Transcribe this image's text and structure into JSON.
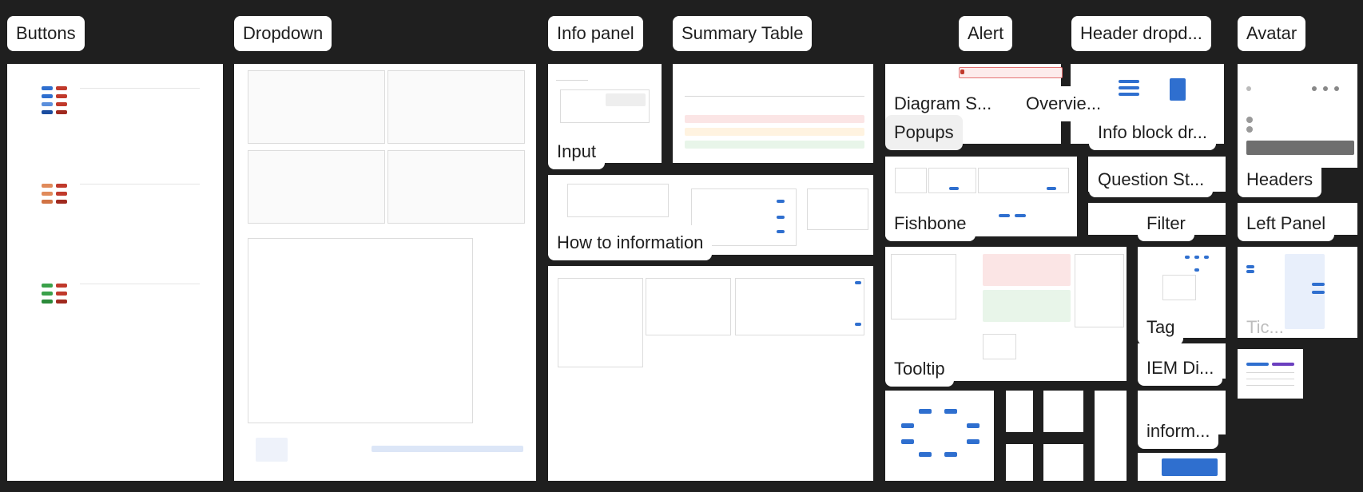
{
  "canvas": {
    "background": "#1f1f1f",
    "frame_color": "#ffffff",
    "accent_blue": "#2f6fcf",
    "accent_red": "#c0392b",
    "accent_orange": "#e08a5a",
    "accent_green": "#3aa14a"
  },
  "labels": {
    "buttons": "Buttons",
    "dropdown": "Dropdown",
    "info_panel": "Info panel",
    "summary_table": "Summary Table",
    "alert": "Alert",
    "header_dropdown": "Header dropd...",
    "avatar": "Avatar",
    "diagram_s": "Diagram S...",
    "overview": "Overvie...",
    "popups": "Popups",
    "info_block_dr": "Info block dr...",
    "input": "Input",
    "question_st": "Question St...",
    "headers": "Headers",
    "how_to_information": "How to information",
    "fishbone": "Fishbone",
    "filter": "Filter",
    "left_panel": "Left Panel",
    "tag": "Tag",
    "tic": "Tic...",
    "tooltip": "Tooltip",
    "iem_di": "IEM Di...",
    "inform": "inform..."
  }
}
